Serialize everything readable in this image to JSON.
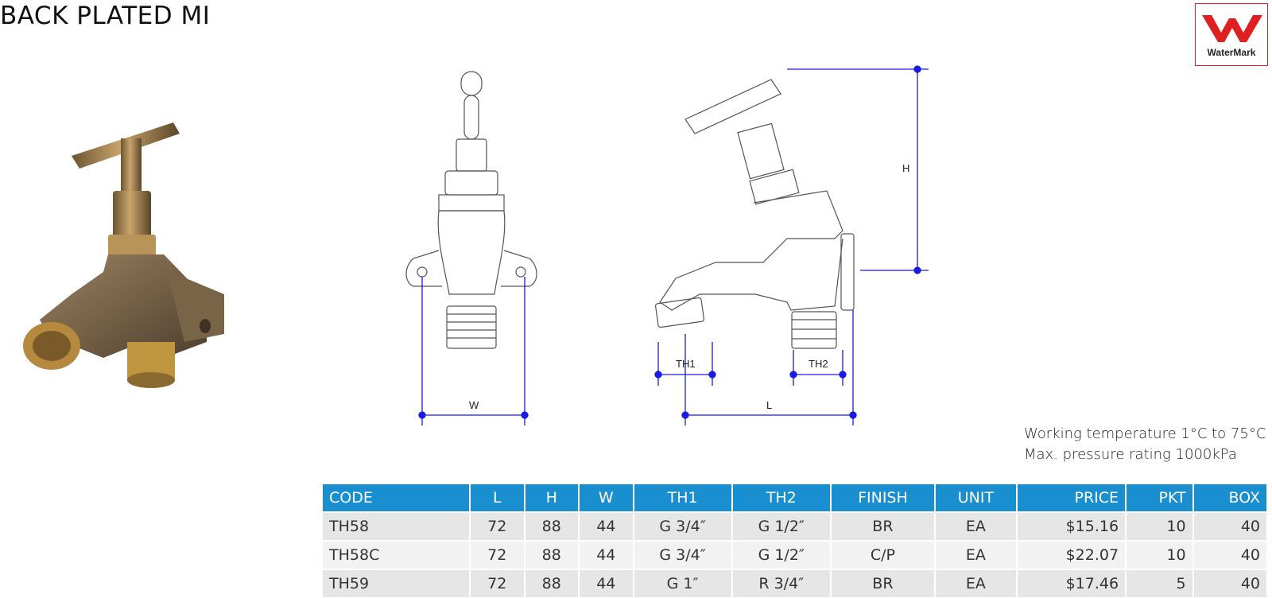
{
  "title": "BACK PLATED MI",
  "logo": {
    "text": "WaterMark",
    "color": "#e02020"
  },
  "dimension_labels": {
    "h": "H",
    "w": "W",
    "l": "L",
    "th1": "TH1",
    "th2": "TH2"
  },
  "specs": {
    "temperature": "Working temperature 1°C to 75°C",
    "pressure": "Max. pressure rating 1000kPa"
  },
  "table": {
    "headers": [
      "CODE",
      "L",
      "H",
      "W",
      "TH1",
      "TH2",
      "FINISH",
      "UNIT",
      "PRICE",
      "PKT",
      "BOX"
    ],
    "rows": [
      [
        "TH58",
        "72",
        "88",
        "44",
        "G 3/4″",
        "G 1/2″",
        "BR",
        "EA",
        "$15.16",
        "10",
        "40"
      ],
      [
        "TH58C",
        "72",
        "88",
        "44",
        "G 3/4″",
        "G 1/2″",
        "C/P",
        "EA",
        "$22.07",
        "10",
        "40"
      ],
      [
        "TH59",
        "72",
        "88",
        "44",
        "G 1″",
        "R 3/4″",
        "BR",
        "EA",
        "$17.46",
        "5",
        "40"
      ]
    ]
  },
  "colors": {
    "header": "#1a8fd0",
    "dimension": "#1a1ae0",
    "brass": "#b08a4a"
  }
}
